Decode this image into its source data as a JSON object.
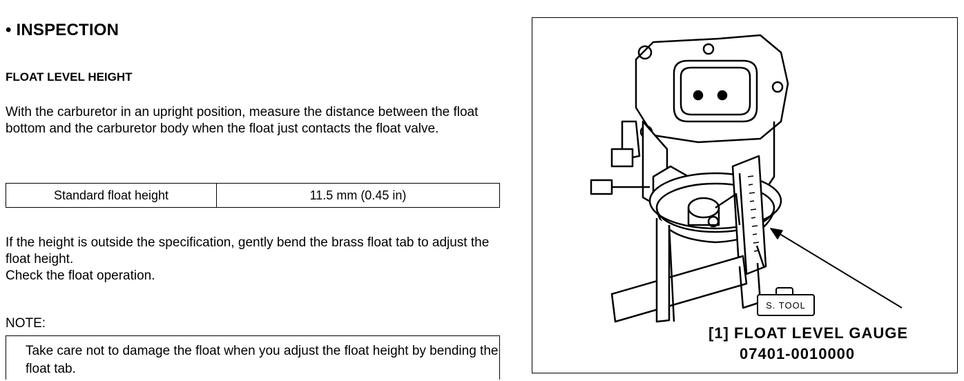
{
  "section": {
    "heading": "• INSPECTION",
    "subheading": "FLOAT LEVEL HEIGHT"
  },
  "intro": "With the carburetor in an upright position, measure the distance between the float bottom and the carburetor body when the float just contacts the float valve.",
  "spec": {
    "label": "Standard float height",
    "value": "11.5 mm (0.45 in)"
  },
  "adjust": {
    "line1": "If the height is outside the specification, gently bend the brass float tab to adjust the float height.",
    "line2": "Check the float operation."
  },
  "note": {
    "label": "NOTE:",
    "text": "Take care not to damage the float when you adjust the float height by bending the float tab."
  },
  "figure": {
    "tool_tag": "S. TOOL",
    "caption": "[1] FLOAT LEVEL GAUGE",
    "part_number": "07401-0010000"
  }
}
